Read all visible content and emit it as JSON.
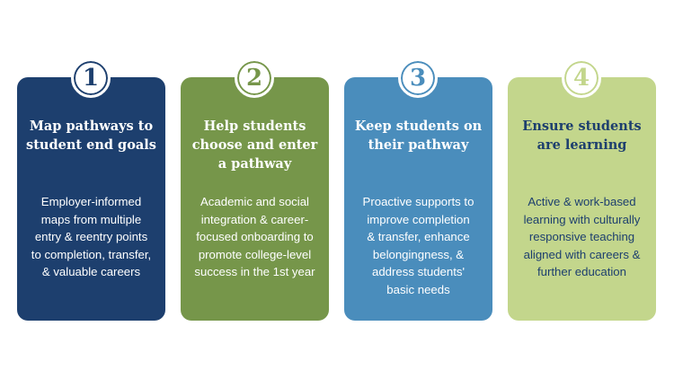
{
  "steps": [
    {
      "number": "1",
      "title": "Map pathways to\nstudent end goals",
      "body": "Employer-informed\nmaps from multiple\nentry & reentry points\nto completion, transfer,\n& valuable careers",
      "bg_color": "#1d3f6e",
      "title_color": "#ffffff",
      "body_color": "#ffffff"
    },
    {
      "number": "2",
      "title": "Help students\nchoose and enter\na pathway",
      "body": "Academic and social\nintegration & career-\nfocused onboarding to\npromote college-level\nsuccess in the 1st year",
      "bg_color": "#76964a",
      "title_color": "#ffffff",
      "body_color": "#ffffff"
    },
    {
      "number": "3",
      "title": "Keep students on\ntheir pathway",
      "body": "Proactive supports to\nimprove completion\n& transfer, enhance\nbelongingness, &\naddress students'\nbasic needs",
      "bg_color": "#4a8dbc",
      "title_color": "#ffffff",
      "body_color": "#ffffff"
    },
    {
      "number": "4",
      "title": "Ensure students\nare learning",
      "body": "Active & work-based\nlearning with culturally\nresponsive teaching\naligned with careers &\nfurther education",
      "bg_color": "#c3d68c",
      "title_color": "#1d3f6e",
      "body_color": "#1d3f6e"
    }
  ]
}
